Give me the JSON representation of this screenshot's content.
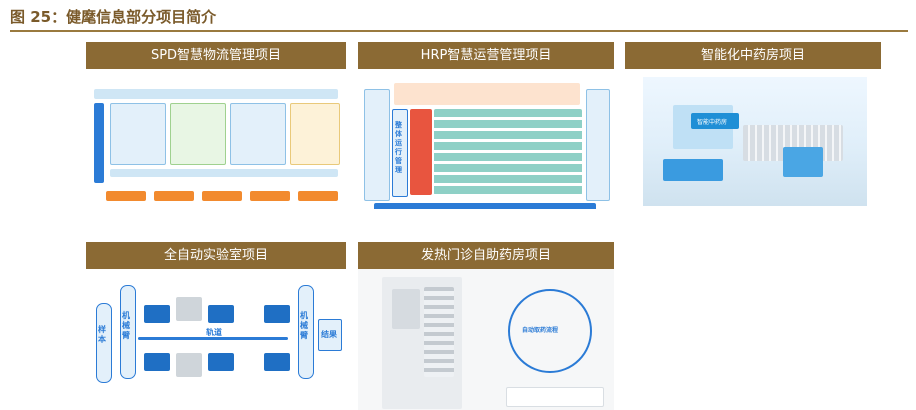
{
  "figure": {
    "title": "图 25：健麾信息部分项目简介"
  },
  "panels": {
    "spd": {
      "title": "SPD智慧物流管理项目"
    },
    "hrp": {
      "title": "HRP智慧运营管理项目",
      "side_label": "整体运行管理"
    },
    "pharmacy": {
      "title": "智能化中药房项目",
      "sign": "智能中药房"
    },
    "lab": {
      "title": "全自动实验室项目",
      "sample": "样本",
      "arm_left": "机械臂",
      "track": "轨道",
      "arm_right": "机械臂",
      "result": "结果"
    },
    "fever": {
      "title": "发热门诊自助药房项目",
      "center": "自动取药流程"
    }
  },
  "colors": {
    "header_bg": "#8b6a34",
    "title_color": "#7a5a2a",
    "blue": "#2b7bd6",
    "orange": "#f28a2e"
  }
}
